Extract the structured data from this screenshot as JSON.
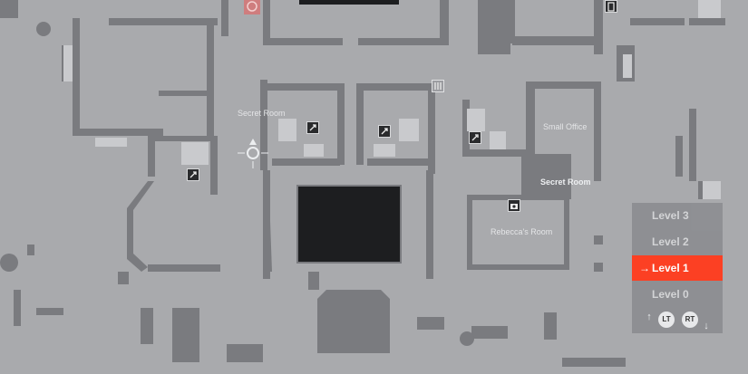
{
  "map": {
    "room_labels": {
      "secret_room_left": "Secret Room",
      "small_office": "Small Office",
      "secret_room_right": "Secret Room",
      "rebeccas_room": "Rebecca's Room"
    },
    "icons": [
      "stairs-icon",
      "exit-door-icon",
      "safe-icon",
      "lock-icon",
      "player-marker-icon",
      "camera-icon"
    ]
  },
  "level_selector": {
    "levels": [
      {
        "label": "Level 3"
      },
      {
        "label": "Level 2"
      },
      {
        "label": "Level 1"
      },
      {
        "label": "Level 0"
      }
    ],
    "active_level": "Level 1",
    "lt_label": "LT",
    "rt_label": "RT"
  },
  "colors": {
    "floor": "#a9aaad",
    "wall": "#7a7b7f",
    "dark_wall": "#6a6b6f",
    "void": "#1d1e20",
    "highlight_light": "#c9cacd",
    "accent": "#ff3d1f"
  }
}
